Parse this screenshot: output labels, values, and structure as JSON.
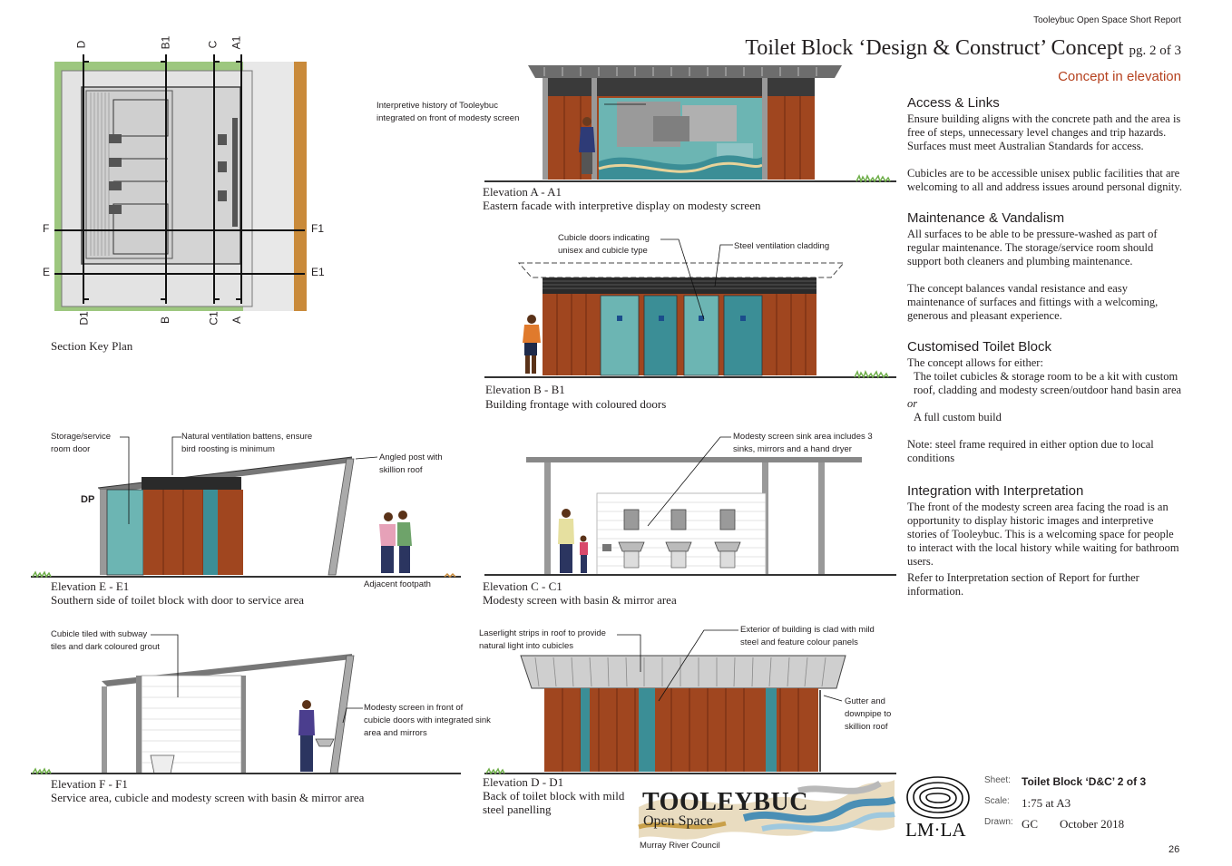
{
  "header": {
    "report_name": "Tooleybuc Open Space Short Report",
    "title": "Toilet Block ‘Design & Construct’ Concept",
    "page_indicator": "pg. 2 of 3",
    "subtitle": "Concept in elevation"
  },
  "key_plan": {
    "caption": "Section Key Plan",
    "markers_top": [
      "D",
      "B1",
      "C",
      "A1"
    ],
    "markers_bottom": [
      "D1",
      "B",
      "C1",
      "A"
    ],
    "markers_left": [
      "F",
      "E"
    ],
    "markers_right": [
      "F1",
      "E1"
    ]
  },
  "elevations": {
    "a": {
      "title": "Elevation  A - A1",
      "subtitle": "Eastern facade with interpretive display on modesty screen",
      "note": "Interpretive history of Tooleybuc integrated on front of modesty screen"
    },
    "b": {
      "title": "Elevation  B - B1",
      "subtitle": "Building frontage with coloured doors",
      "note_doors": "Cubicle doors indicating unisex and cubicle type",
      "note_cladding": "Steel ventilation cladding"
    },
    "e": {
      "title": "Elevation E - E1",
      "subtitle": "Southern side of toilet block with door to service area",
      "note_storage": "Storage/service room door",
      "note_battens": "Natural ventilation battens, ensure bird roosting is minimum",
      "note_post": "Angled post with skillion roof",
      "note_footpath": "Adjacent footpath",
      "dp_label": "DP"
    },
    "c": {
      "title": "Elevation  C - C1",
      "subtitle": "Modesty screen with basin & mirror area",
      "note_sinks": "Modesty screen sink area includes 3 sinks, mirrors and a hand dryer"
    },
    "f": {
      "title": "Elevation  F -  F1",
      "subtitle": "Service area, cubicle and modesty screen with basin & mirror area",
      "note_tiles": "Cubicle tiled with subway tiles and dark coloured grout",
      "note_screen": "Modesty screen in front of cubicle doors with integrated sink area and mirrors"
    },
    "d": {
      "title": "Elevation D - D1",
      "subtitle": "Back of toilet block with mild steel panelling",
      "note_laser": "Laserlight strips in roof to provide natural light into cubicles",
      "note_exterior": "Exterior of building is clad with mild steel and feature colour panels",
      "note_gutter": "Gutter and downpipe to skillion roof"
    }
  },
  "sections": [
    {
      "heading": "Access & Links",
      "paragraphs": [
        "Ensure building aligns with the concrete path and the area is free of steps, unnecessary level changes and trip hazards. Surfaces must meet Australian Standards for access.",
        "Cubicles are to be accessible unisex public facilities that are welcoming to all and address issues around personal dignity."
      ]
    },
    {
      "heading": "Maintenance & Vandalism",
      "paragraphs": [
        "All surfaces to be able to be pressure-washed as part of regular maintenance. The storage/service room should support both cleaners and plumbing maintenance.",
        "The concept balances vandal resistance and easy maintenance of surfaces and fittings with a welcoming, generous and pleasant experience."
      ]
    },
    {
      "heading": "Customised Toilet Block",
      "intro": "The concept allows for either:",
      "option1": "The toilet cubicles & storage room to be a kit with custom roof, cladding and modesty screen/outdoor hand basin area",
      "or": "or",
      "option2": "A full custom build",
      "note": "Note: steel frame required in either option due to local conditions"
    },
    {
      "heading": "Integration with Interpretation",
      "paragraphs": [
        "The front of the modesty screen area facing the road is an opportunity to display historic images and interpretive stories of Tooleybuc. This is a welcoming space for people to interact with the local history while waiting for bathroom users.",
        "Refer to Interpretation section of Report for further information."
      ]
    }
  ],
  "logo": {
    "name": "TOOLEYBUC",
    "tagline": "Open Space",
    "council": "Murray River Council",
    "firm": "LM·LA"
  },
  "title_block": {
    "sheet_label": "Sheet:",
    "sheet_value": "Toilet Block ‘D&C’ 2 of 3",
    "scale_label": "Scale:",
    "scale_value": "1:75 at A3",
    "drawn_label": "Drawn:",
    "drawn_value": "GC",
    "date_value": "October 2018"
  },
  "page_number": "26",
  "colors": {
    "accent_red": "#b5411e",
    "timber": "#a0461f",
    "teal": "#3b8e96",
    "teal_light": "#6cb5b3",
    "grass": "#6fae4a"
  }
}
